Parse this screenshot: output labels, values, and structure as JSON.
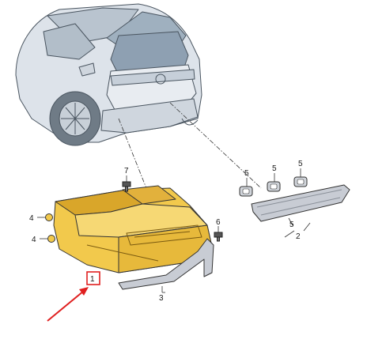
{
  "diagram": {
    "callouts": {
      "part_1": "1",
      "part_2": "2",
      "part_3": "3",
      "part_4_upper": "4",
      "part_4_lower": "4",
      "part_5_a": "5",
      "part_5_b": "5",
      "part_5_c": "5",
      "part_5_strip": "5",
      "part_6": "6",
      "part_7": "7"
    },
    "colors": {
      "car_body": "#dde3ea",
      "car_line": "#4a5560",
      "taillight_fill": "#f2c94c",
      "taillight_shadow": "#d9a62a",
      "trim_strip": "#c8ccd4",
      "highlight_box": "#e02020",
      "pointer_arrow": "#e02020",
      "leader_line": "#333333"
    },
    "icons": [
      "red-arrow-icon",
      "screw-icon",
      "clip-icon",
      "gasket-icon"
    ]
  }
}
